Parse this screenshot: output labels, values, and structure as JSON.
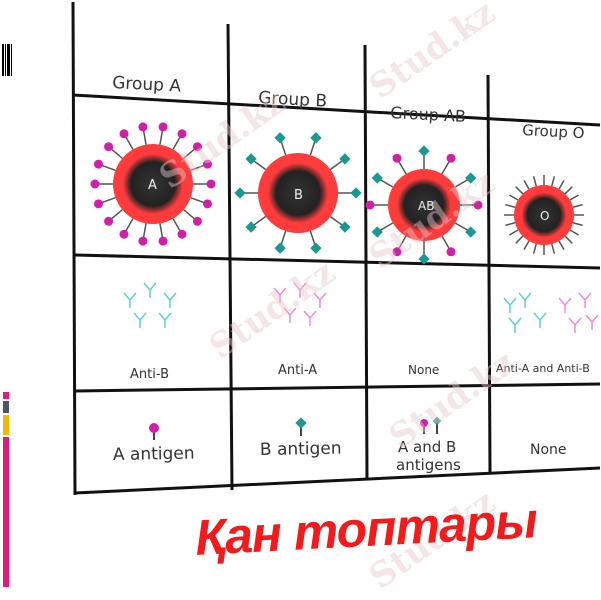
{
  "headers": [
    "Group A",
    "Group B",
    "Group AB",
    "Group O"
  ],
  "cell_labels": [
    "A",
    "B",
    "AB",
    "O"
  ],
  "antibodies": [
    "Anti-B",
    "Anti-A",
    "None",
    "Anti-A and Anti-B"
  ],
  "antigens": [
    "A antigen",
    "B antigen",
    "A and B antigens",
    "None"
  ],
  "title": "Қан топтары",
  "watermark": "Stud.kz",
  "colors": {
    "title": "#f21a1a",
    "antigen_a": "#d21fa8",
    "antigen_b": "#1a9990",
    "cell": "#ff3b3b",
    "sidebar_pink": "#e6197a",
    "sidebar_gray": "#4a5566",
    "sidebar_orange": "#f5b800"
  }
}
